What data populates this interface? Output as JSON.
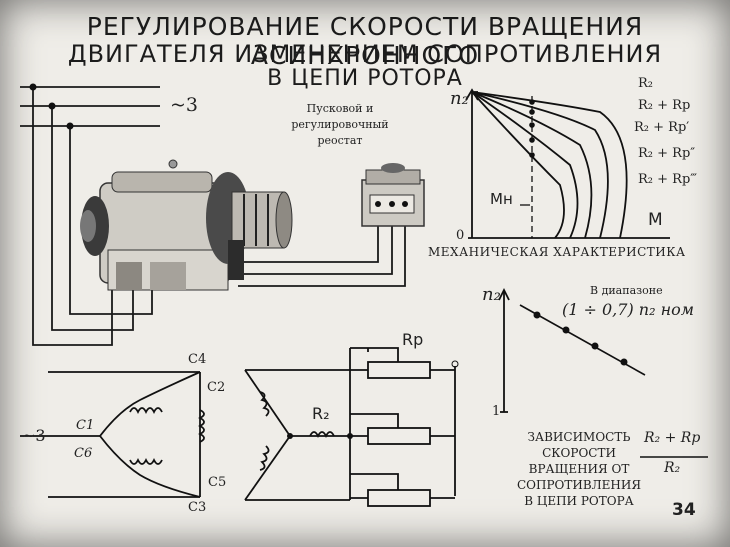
{
  "title": {
    "line1": "РЕГУЛИРОВАНИЕ СКОРОСТИ ВРАЩЕНИЯ АСИНХРОННОГО",
    "line2": "ДВИГАТЕЛЯ ИЗМЕНЕНИЕМ СОПРОТИВЛЕНИЯ",
    "line3": "В ЦЕПИ РОТОРА"
  },
  "supply_label": "~3",
  "rheostat": {
    "line1": "Пусковой и",
    "line2": "регулировочный",
    "line3": "реостат"
  },
  "mech_chart": {
    "y_axis": "n₂",
    "x_axis": "M",
    "origin": "0",
    "rated_torque": "Mн",
    "caption": "МЕХАНИЧЕСКАЯ ХАРАКТЕРИСТИКА",
    "curve_labels": [
      "R₂",
      "R₂ + Rр",
      "R₂ + Rр′",
      "R₂ + Rр″",
      "R₂ + Rр‴"
    ]
  },
  "speed_chart": {
    "y_axis": "n₂",
    "y_tick": "1",
    "range_line1": "В диапазоне",
    "range_formula": "(1 ÷ 0,7) n₂ ном",
    "caption": [
      "ЗАВИСИМОСТЬ",
      "СКОРОСТИ",
      "ВРАЩЕНИЯ ОТ",
      "СОПРОТИВЛЕНИЯ",
      "В ЦЕПИ РОТОРА"
    ],
    "fraction_num": "R₂ + Rр",
    "fraction_den": "R₂"
  },
  "stator": {
    "supply": "~3",
    "terminals": [
      "C4",
      "C2",
      "C1",
      "C6",
      "C5",
      "C3"
    ]
  },
  "rotor": {
    "resistance": "R₂",
    "rheostat": "Rр"
  },
  "page_number": "34"
}
